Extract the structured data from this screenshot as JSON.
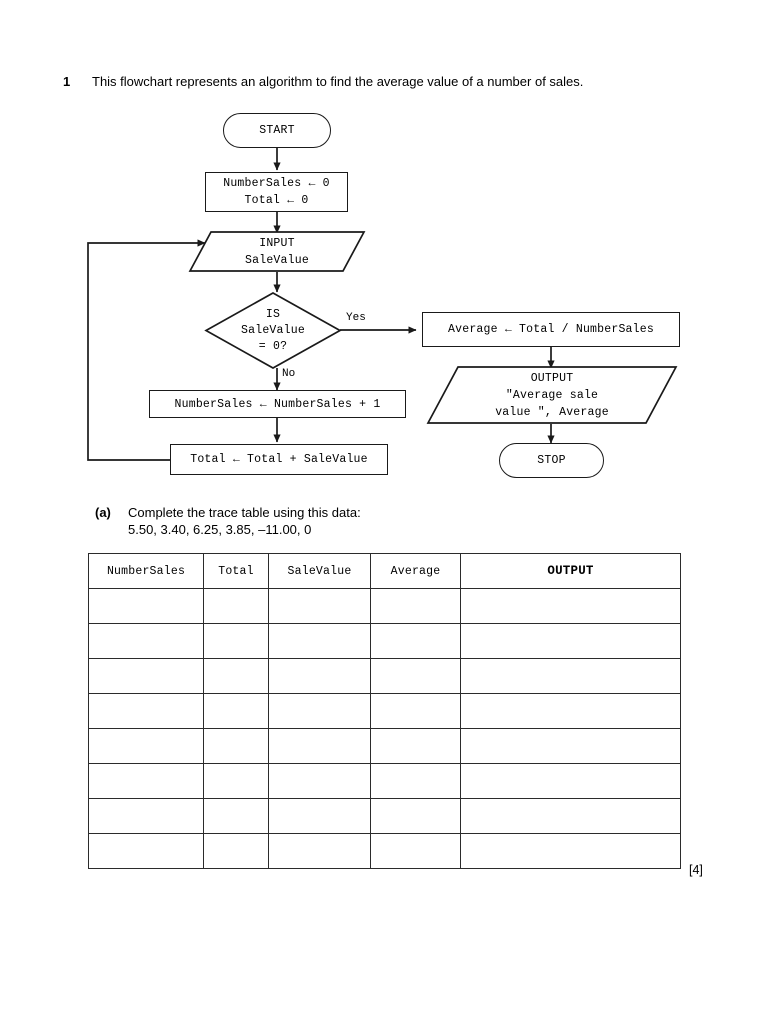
{
  "question": {
    "number": "1",
    "stem": "This flowchart represents an algorithm to find the average value of a number of sales."
  },
  "flowchart": {
    "start": "START",
    "init": "NumberSales ← 0\nTotal ← 0",
    "input": "INPUT\nSaleValue",
    "decision": "IS\nSaleValue\n= 0?",
    "yes_label": "Yes",
    "no_label": "No",
    "average": "Average ← Total / NumberSales",
    "output": "OUTPUT\n\"Average sale\nvalue \", Average",
    "stop": "STOP",
    "increment": "NumberSales ← NumberSales + 1",
    "accumulate": "Total ← Total + SaleValue"
  },
  "part_a": {
    "label": "(a)",
    "instruction": "Complete the trace table using this data:",
    "data_values": "5.50, 3.40, 6.25, 3.85, –11.00, 0",
    "marks": "[4]"
  },
  "trace_table": {
    "headers": [
      "NumberSales",
      "Total",
      "SaleValue",
      "Average",
      "OUTPUT"
    ],
    "rows": [
      [
        "",
        "",
        "",
        "",
        ""
      ],
      [
        "",
        "",
        "",
        "",
        ""
      ],
      [
        "",
        "",
        "",
        "",
        ""
      ],
      [
        "",
        "",
        "",
        "",
        ""
      ],
      [
        "",
        "",
        "",
        "",
        ""
      ],
      [
        "",
        "",
        "",
        "",
        ""
      ],
      [
        "",
        "",
        "",
        "",
        ""
      ],
      [
        "",
        "",
        "",
        "",
        ""
      ]
    ]
  },
  "colors": {
    "ink": "#000000",
    "stroke": "#1a1a1a",
    "table_border": "#2b2b2b",
    "background": "#ffffff"
  }
}
